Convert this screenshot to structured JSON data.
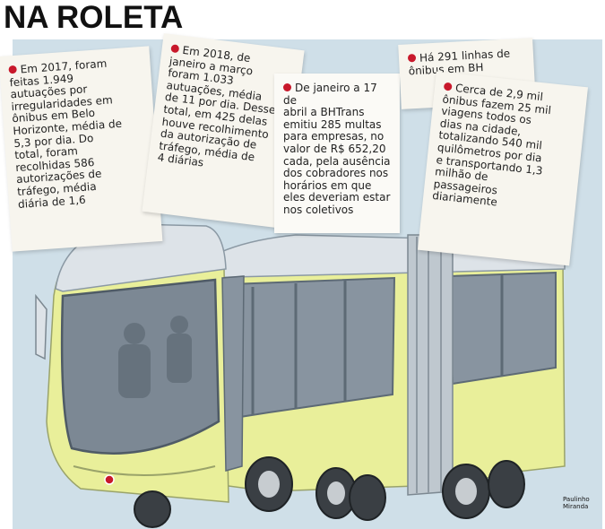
{
  "header": {
    "title": "NA ROLETA"
  },
  "notes": [
    {
      "text": "Em 2017, foram\nfeitas 1.949\nautuações por\nirregularidades em\nônibus em Belo\nHorizonte, média de\n5,3 por dia. Do\ntotal, foram\nrecolhidas 586\nautorizações de\ntráfego, média\ndiária de 1,6"
    },
    {
      "text": "Em 2018, de\njaneiro a março\nforam 1.033\nautuações, média\nde 11 por dia. Desse\ntotal, em 425 delas\nhouve recolhimento\nda autorização de\ntráfego, média de\n4 diárias"
    },
    {
      "text": "De janeiro a 17 de\nabril a BHTrans\nemitiu 285 multas\npara empresas, no\nvalor de R$ 652,20\ncada, pela ausência\ndos cobradores nos\nhorários em que\neles deveriam estar\nnos coletivos"
    },
    {
      "text": "Há 291 linhas de\nônibus em BH"
    },
    {
      "text": "Cerca de 2,9 mil\nônibus fazem 25 mil\nviagens todos os\ndias na cidade,\ntotalizando 540 mil\nquilômetros por dia\ne transportando 1,3\nmilhão de\npassageiros\ndiariamente"
    }
  ],
  "credit": {
    "line1": "Paulinho",
    "line2": "Miranda"
  },
  "colors": {
    "background_panel": "#cfdfe8",
    "bus_body": "#e9ef9a",
    "bus_roof": "#dde3e8",
    "accent_dot": "#c8182b"
  }
}
